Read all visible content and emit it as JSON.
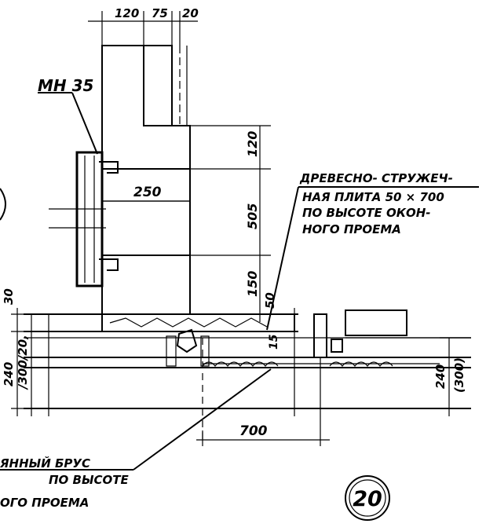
{
  "dimensions": {
    "top_120": "120",
    "top_75": "75",
    "top_20": "20",
    "right_120": "120",
    "right_505": "505",
    "right_150": "150",
    "right_50": "50",
    "width_250": "250",
    "left_30": "30",
    "left_240": "240",
    "left_300_20": "/300/20,",
    "mid_15": "15",
    "right_240": "240",
    "right_300": "(300)",
    "bottom_700": "700"
  },
  "labels": {
    "anchor_tag": "МН 35",
    "panel_note": [
      "ДРЕВЕСНО- СТРУЖЕЧ-",
      "НАЯ ПЛИТА 50 × 700",
      "ПО ВЫСОТЕ   ОКОН-",
      "НОГО       ПРОЕМА"
    ],
    "beam_note": [
      "ЯННЫЙ   БРУС",
      "ПО ВЫСОТЕ",
      "ОГО    ПРОЕМА"
    ],
    "detail_number": "20"
  }
}
